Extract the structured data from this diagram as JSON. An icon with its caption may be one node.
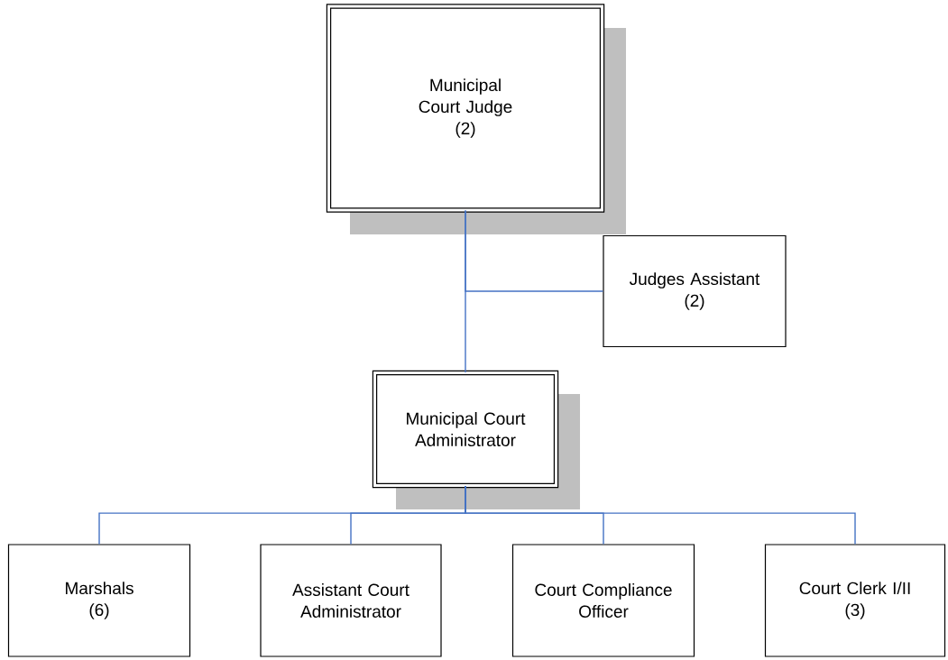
{
  "diagram": {
    "nodes": [
      {
        "text": [
          "Municipal Court Judge",
          "(2)"
        ]
      },
      {
        "text": [
          "Judges Assistant",
          "(2)"
        ]
      },
      {
        "text": [
          "Municipal Court Administrator"
        ]
      },
      {
        "text": [
          "Marshals",
          "(6)"
        ]
      },
      {
        "text": [
          "Assistant Court Administrator"
        ]
      },
      {
        "text": [
          "Court Compliance Officer"
        ]
      },
      {
        "text": [
          "Court Clerk I/II",
          "(3)"
        ]
      }
    ],
    "edges": [
      {
        "from": 0,
        "to": 2,
        "arrow": "none"
      },
      {
        "from": 0,
        "to": 1,
        "arrow": "none"
      },
      {
        "from": 2,
        "to": 3,
        "arrow": "none"
      },
      {
        "from": 2,
        "to": 4,
        "arrow": "none"
      },
      {
        "from": 2,
        "to": 5,
        "arrow": "none"
      },
      {
        "from": 2,
        "to": 6,
        "arrow": "none"
      }
    ]
  }
}
